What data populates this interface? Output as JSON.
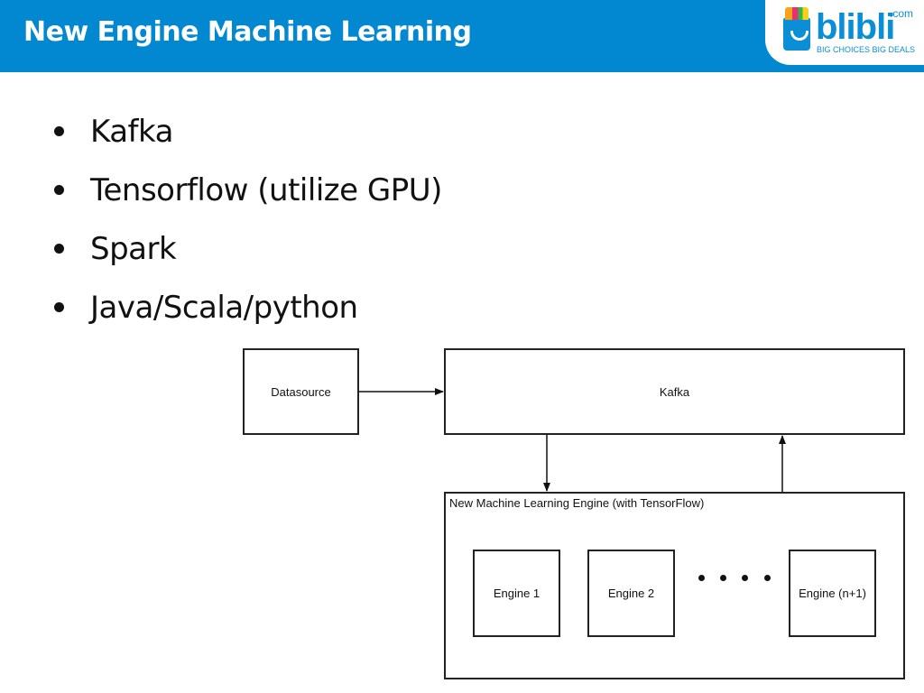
{
  "header": {
    "title": "New Engine Machine Learning",
    "background_color": "#0288d1"
  },
  "logo": {
    "icon": "shopping-bag-icon",
    "wordmark": "blibli",
    "suffix": ".com",
    "tagline": "BIG CHOICES  BIG DEALS",
    "brand_color": "#0a8fd6"
  },
  "bullets": [
    {
      "text": "Kafka"
    },
    {
      "text": "Tensorflow (utilize GPU)"
    },
    {
      "text": "Spark"
    },
    {
      "text": "Java/Scala/python"
    }
  ],
  "diagram": {
    "datasource": "Datasource",
    "kafka": "Kafka",
    "ml_engine_title": "New Machine Learning Engine (with TensorFlow)",
    "engines": [
      "Engine 1",
      "Engine 2",
      "Engine (n+1)"
    ],
    "edges": [
      {
        "from": "Datasource",
        "to": "Kafka"
      },
      {
        "from": "Kafka",
        "to": "New Machine Learning Engine"
      },
      {
        "from": "New Machine Learning Engine",
        "to": "Kafka"
      }
    ]
  }
}
